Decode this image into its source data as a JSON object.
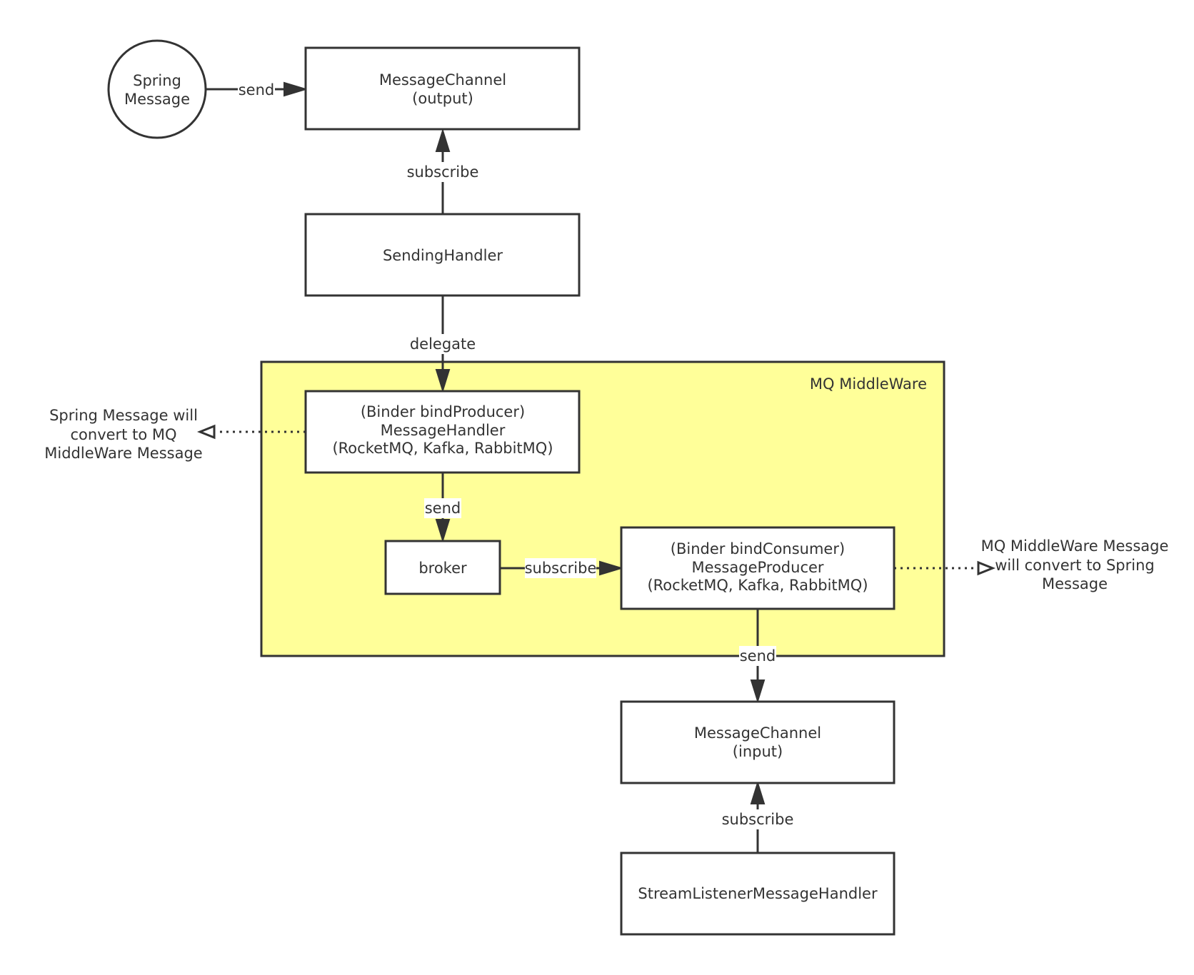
{
  "colors": {
    "stroke": "#333333",
    "group_fill": "#ffff99",
    "node_fill": "#ffffff",
    "text": "#333333"
  },
  "nodes": {
    "spring_message": {
      "line1": "Spring",
      "line2": "Message"
    },
    "channel_output": {
      "line1": "MessageChannel",
      "line2": "(output)"
    },
    "sending_handler": {
      "line1": "SendingHandler"
    },
    "message_handler": {
      "line1": "(Binder bindProducer)",
      "line2": "MessageHandler",
      "line3": "(RocketMQ, Kafka, RabbitMQ)"
    },
    "broker": {
      "line1": "broker"
    },
    "message_producer": {
      "line1": "(Binder bindConsumer)",
      "line2": "MessageProducer",
      "line3": "(RocketMQ, Kafka, RabbitMQ)"
    },
    "channel_input": {
      "line1": "MessageChannel",
      "line2": "(input)"
    },
    "stream_listener": {
      "line1": "StreamListenerMessageHandler"
    }
  },
  "group": {
    "label": "MQ MiddleWare"
  },
  "notes": {
    "left": {
      "line1": "Spring Message will",
      "line2": "convert to MQ",
      "line3": "MiddleWare Message"
    },
    "right": {
      "line1": "MQ MiddleWare Message",
      "line2": "will convert to Spring",
      "line3": "Message"
    }
  },
  "edges": {
    "send_top": "send",
    "subscribe_top": "subscribe",
    "delegate": "delegate",
    "send_mid": "send",
    "subscribe_mid": "subscribe",
    "send_bottom": "send",
    "subscribe_bottom": "subscribe"
  }
}
